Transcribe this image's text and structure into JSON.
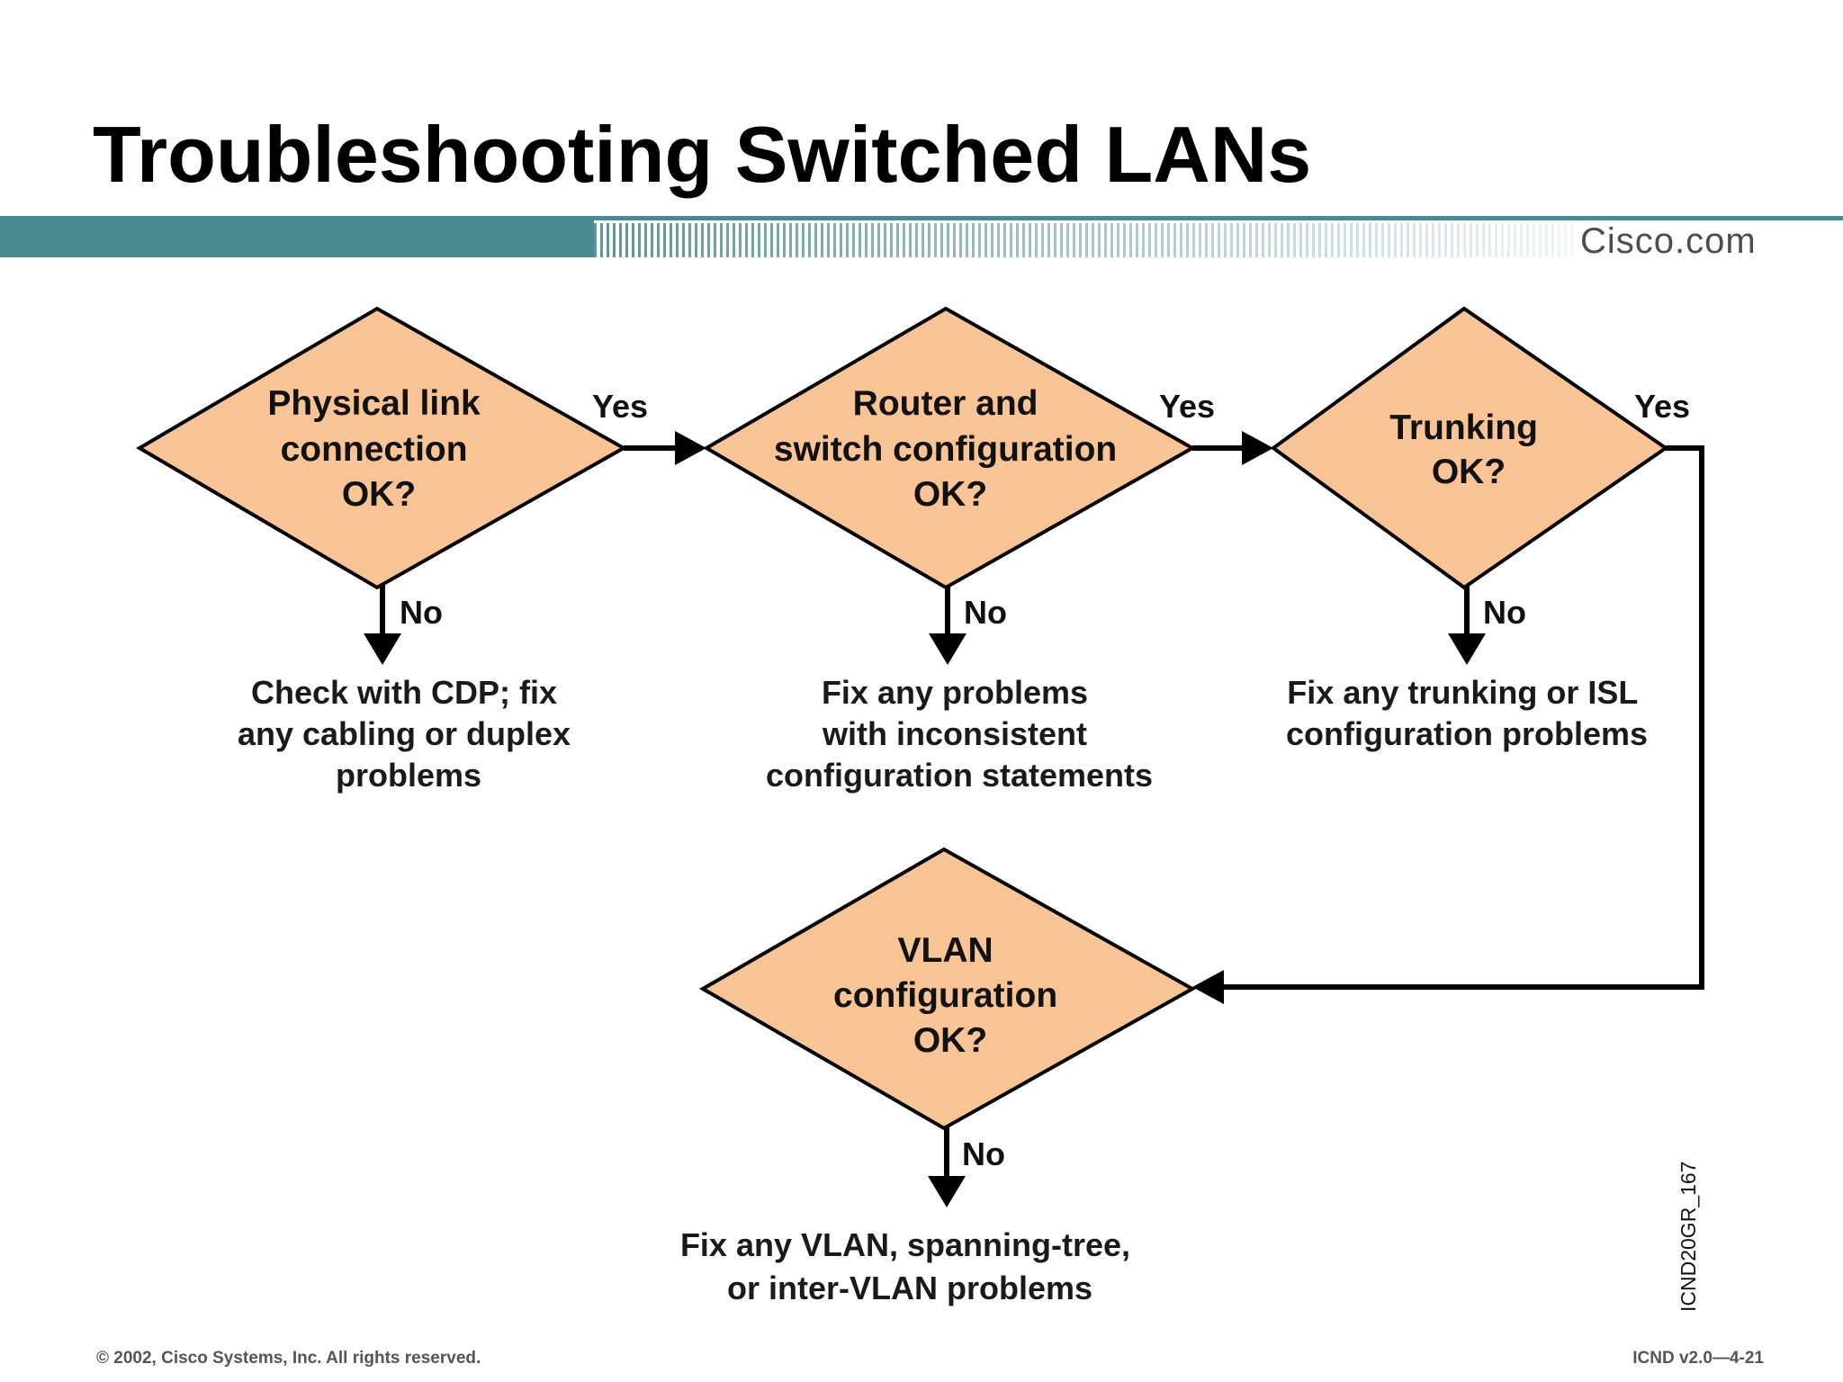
{
  "slide": {
    "title": "Troubleshooting Switched LANs",
    "brand": "Cisco.com"
  },
  "colors": {
    "title_bar": "#4a8a93",
    "decision_fill": "#f8c395",
    "decision_stroke": "#000000",
    "line": "#000000",
    "text": "#111111"
  },
  "flowchart": {
    "decisions": [
      {
        "id": "physical",
        "lines": [
          "Physical link",
          "connection",
          "OK?"
        ]
      },
      {
        "id": "config",
        "lines": [
          "Router and",
          "switch configuration",
          "OK?"
        ]
      },
      {
        "id": "trunking",
        "lines": [
          "Trunking",
          "OK?"
        ]
      },
      {
        "id": "vlan",
        "lines": [
          "VLAN",
          "configuration",
          "OK?"
        ]
      }
    ],
    "edge_labels": {
      "yes": "Yes",
      "no": "No"
    },
    "outcomes": [
      {
        "id": "physical-fix",
        "lines": [
          "Check with CDP; fix",
          "any cabling or duplex",
          "problems"
        ]
      },
      {
        "id": "config-fix",
        "lines": [
          "Fix any problems",
          "with inconsistent",
          "configuration statements"
        ]
      },
      {
        "id": "trunking-fix",
        "lines": [
          "Fix any trunking or ISL",
          "configuration problems"
        ]
      },
      {
        "id": "vlan-fix",
        "lines": [
          "Fix any VLAN, spanning-tree,",
          "or inter-VLAN problems"
        ]
      }
    ]
  },
  "footer": {
    "copyright": "© 2002, Cisco Systems, Inc. All rights reserved.",
    "course": "ICND v2.0—4-21",
    "figure_id": "ICND20GR_167"
  }
}
